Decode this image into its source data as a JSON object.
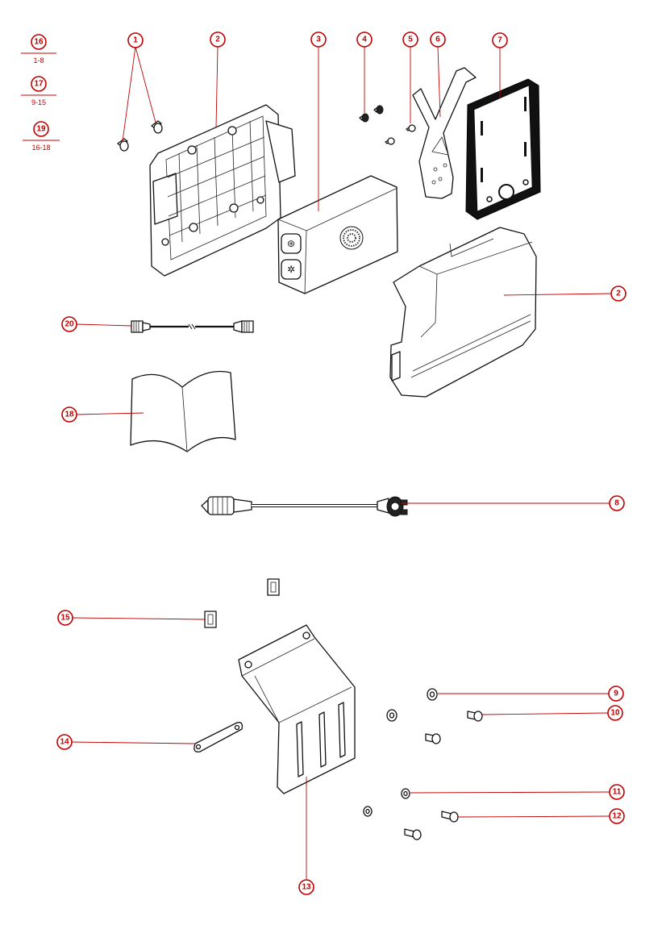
{
  "callouts": {
    "c1": "1",
    "c2a": "2",
    "c2b": "2",
    "c3": "3",
    "c4": "4",
    "c5": "5",
    "c6": "6",
    "c7": "7",
    "c8": "8",
    "c9": "9",
    "c10": "10",
    "c11": "11",
    "c12": "12",
    "c13": "13",
    "c14": "14",
    "c15": "15",
    "c16": "16",
    "c17": "17",
    "c18": "18",
    "c19": "19",
    "c20": "20"
  },
  "kit_ranges": {
    "r16": "1-8",
    "r17": "9-15",
    "r19": "16-18"
  },
  "colors": {
    "callout": "#c00000",
    "line_art": "#111111"
  }
}
